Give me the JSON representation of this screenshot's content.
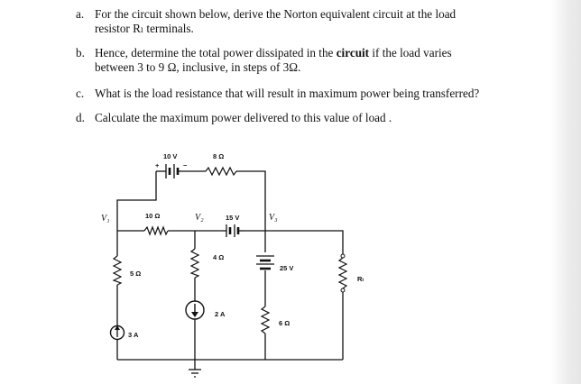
{
  "questions": [
    {
      "label": "a.",
      "line1": "For the circuit shown below, derive the Norton equivalent circuit at the load",
      "line2": "resistor Rₗ terminals."
    },
    {
      "label": "b.",
      "line1_pre": "Hence, determine the total power dissipated in the ",
      "line1_bold": "circuit",
      "line1_post": " if the load varies",
      "line2": "between 3 to 9 Ω, inclusive, in steps of 3Ω."
    },
    {
      "label": "c.",
      "line1": "What is the load resistance that will result in maximum power being transferred?"
    },
    {
      "label": "d.",
      "line1": "Calculate the maximum power delivered to this value of load ."
    }
  ],
  "circuit": {
    "v_source_top": "10 V",
    "r_top": "8 Ω",
    "r_10": "10 Ω",
    "v_15": "15 V",
    "r_5": "5 Ω",
    "r_4": "4 Ω",
    "v_25": "25 V",
    "r_6": "6 Ω",
    "i_2a": "2 A",
    "i_3a": "3 A",
    "load": "Rₗ",
    "node_v1": "V₁",
    "node_v2": "V₂",
    "node_v3": "V₃",
    "plus": "+",
    "minus": "−"
  }
}
